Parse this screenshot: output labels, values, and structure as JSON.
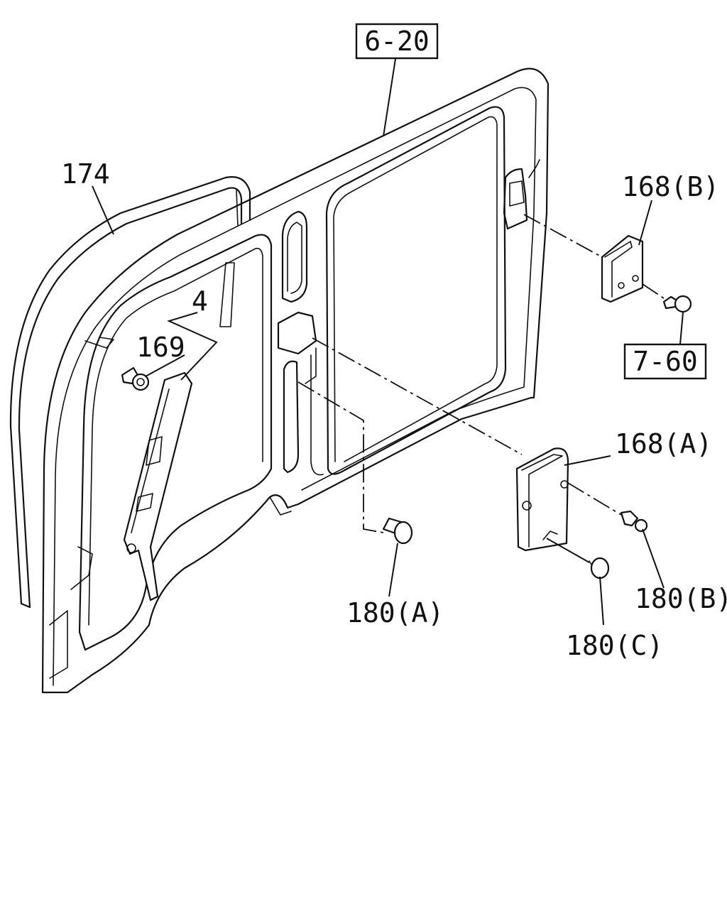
{
  "labels": {
    "ref_6_20": "6-20",
    "ref_7_60": "7-60",
    "part_174": "174",
    "part_4": "4",
    "part_169": "169",
    "part_168b": "168(B)",
    "part_168a": "168(A)",
    "part_180a": "180(A)",
    "part_180b": "180(B)",
    "part_180c": "180(C)"
  }
}
